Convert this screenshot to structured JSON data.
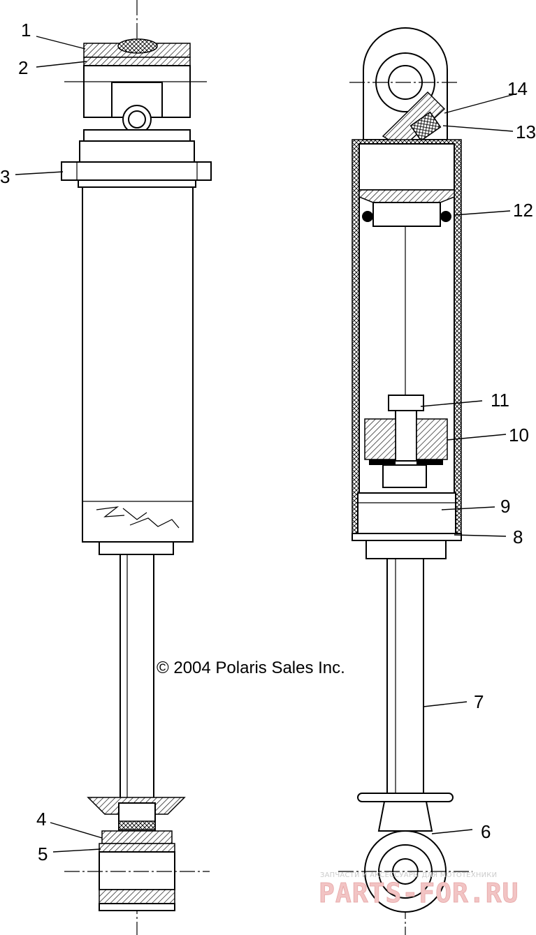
{
  "copyright": "© 2004 Polaris Sales Inc.",
  "watermark": {
    "caption": "ЗАПЧАСТИ И АКСЕССУАРЫ ДЛЯ МОТОТЕХНИКИ",
    "brand": "PARTS-FOR.RU"
  },
  "callouts": [
    {
      "label": "1"
    },
    {
      "label": "2"
    },
    {
      "label": "3"
    },
    {
      "label": "4"
    },
    {
      "label": "5"
    },
    {
      "label": "6"
    },
    {
      "label": "7"
    },
    {
      "label": "8"
    },
    {
      "label": "9"
    },
    {
      "label": "10"
    },
    {
      "label": "11"
    },
    {
      "label": "12"
    },
    {
      "label": "13"
    },
    {
      "label": "14"
    }
  ]
}
